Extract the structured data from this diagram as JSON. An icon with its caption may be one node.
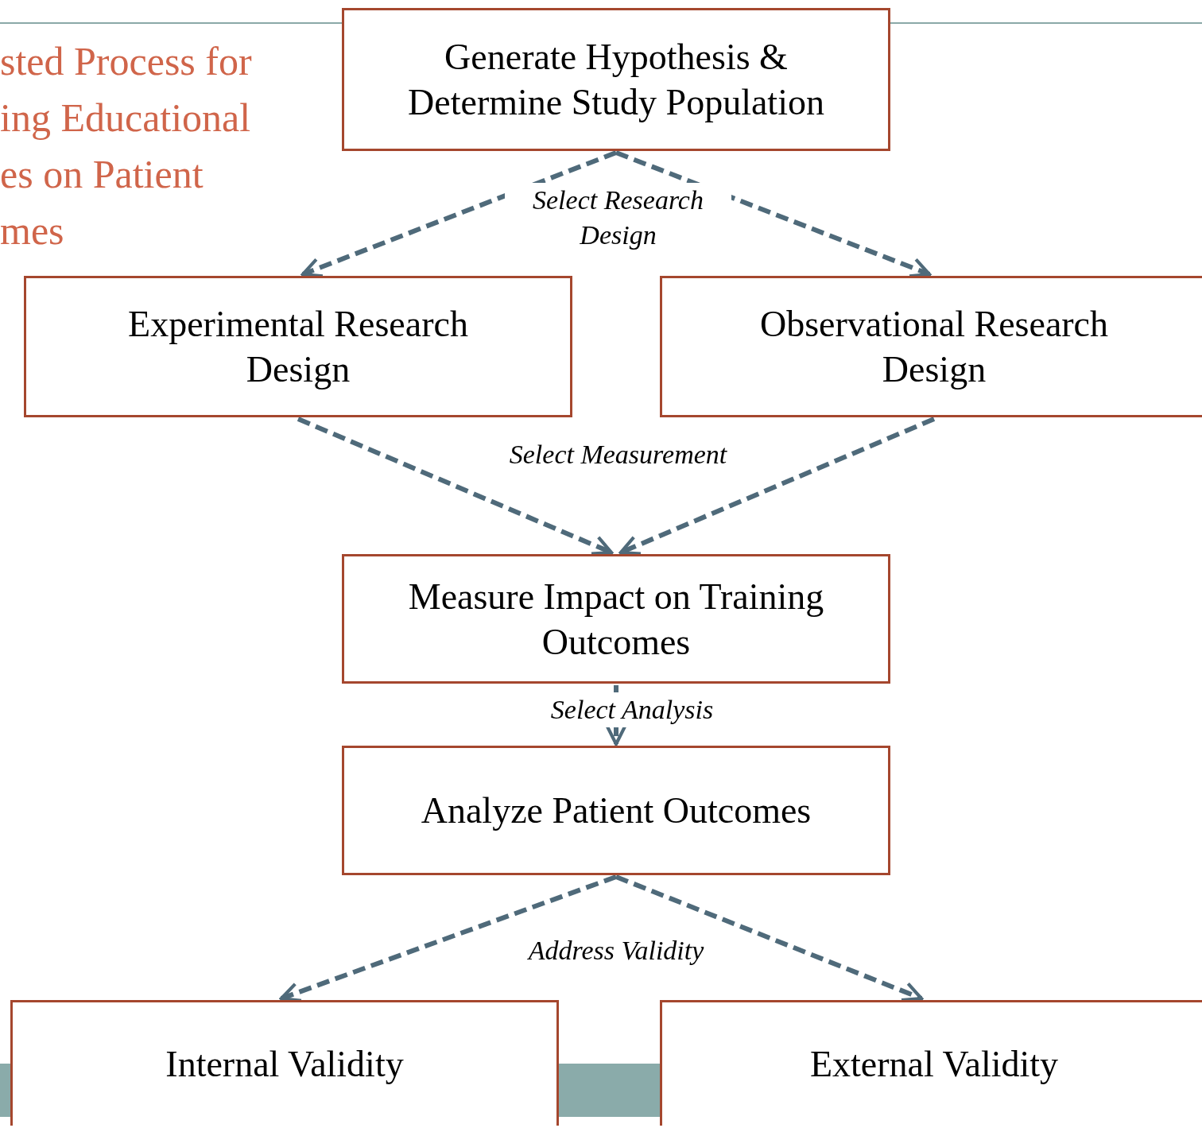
{
  "diagram": {
    "nodes": [
      {
        "text": [
          "Generate Hypothesis & Determine Study Population"
        ]
      },
      {
        "text": [
          "Experimental Research Design"
        ]
      },
      {
        "text": [
          "Observational Research Design"
        ]
      },
      {
        "text": [
          "Measure Impact on Training Outcomes"
        ]
      },
      {
        "text": [
          "Analyze Patient Outcomes"
        ]
      },
      {
        "text": [
          "Internal Validity"
        ]
      },
      {
        "text": [
          "External Validity"
        ]
      }
    ],
    "edges": [
      {
        "from": 0,
        "to": 1,
        "arrow": "to",
        "style": "dashed",
        "label": "Select Research Design"
      },
      {
        "from": 0,
        "to": 2,
        "arrow": "to",
        "style": "dashed"
      },
      {
        "from": 1,
        "to": 3,
        "arrow": "to",
        "style": "dashed",
        "label": "Select Measurement"
      },
      {
        "from": 2,
        "to": 3,
        "arrow": "to",
        "style": "dashed"
      },
      {
        "from": 3,
        "to": 4,
        "arrow": "to",
        "style": "dashed",
        "label": "Select Analysis"
      },
      {
        "from": 4,
        "to": 5,
        "arrow": "to",
        "style": "dashed",
        "label": "Address Validity"
      },
      {
        "from": 4,
        "to": 6,
        "arrow": "to",
        "style": "dashed"
      }
    ],
    "labels": [
      "sted Process for",
      "ing Educational",
      "es on Patient",
      "mes"
    ]
  }
}
